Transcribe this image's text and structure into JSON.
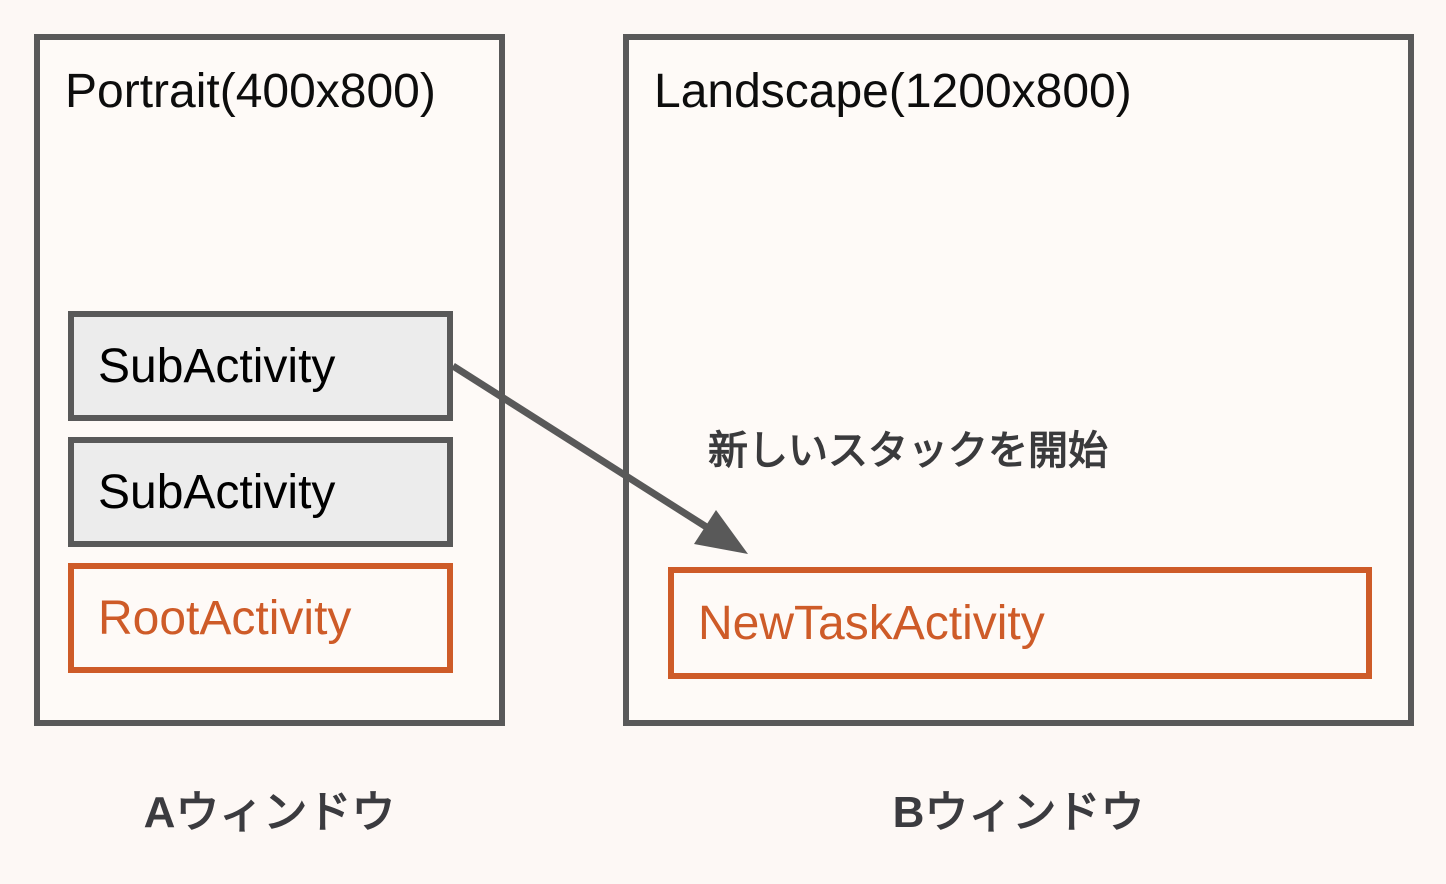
{
  "window_a": {
    "title": "Portrait(400x800)",
    "stack": [
      {
        "label": "SubActivity"
      },
      {
        "label": "SubActivity"
      },
      {
        "label": "RootActivity"
      }
    ],
    "caption": "Aウィンドウ"
  },
  "window_b": {
    "title": "Landscape(1200x800)",
    "activity": {
      "label": "NewTaskActivity"
    },
    "caption": "Bウィンドウ"
  },
  "arrow": {
    "label": "新しいスタックを開始"
  },
  "colors": {
    "frame_gray": "#595959",
    "accent_orange": "#CE5B28",
    "box_fill_gray": "#ECECEC",
    "background": "#FDF8F5",
    "label_gray": "#3B3B3F"
  }
}
